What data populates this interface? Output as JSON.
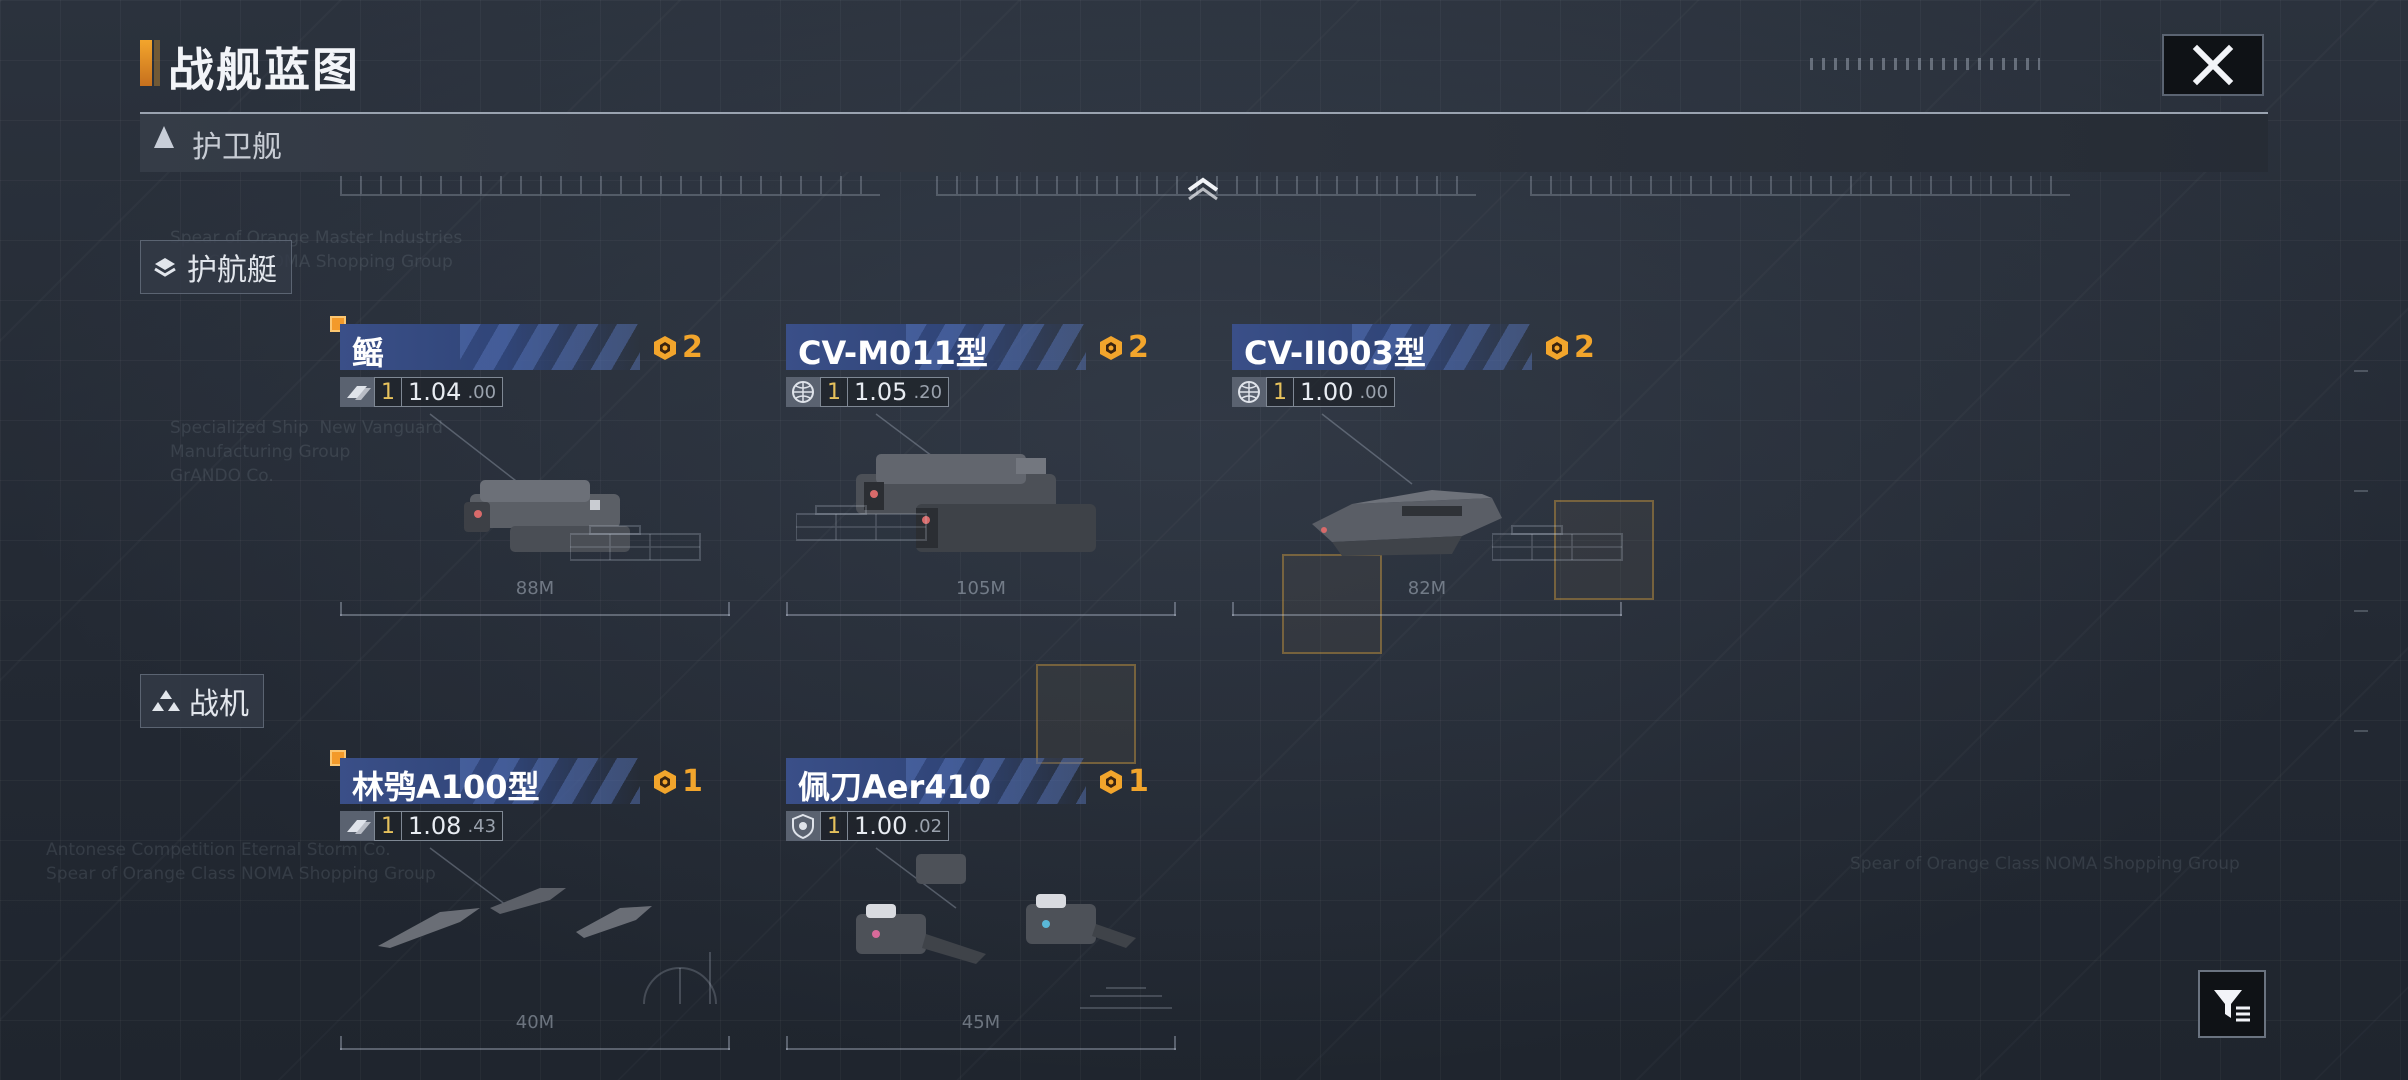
{
  "header": {
    "title": "战舰蓝图"
  },
  "section": {
    "label": "护卫舰"
  },
  "categories": [
    {
      "label": "护航艇",
      "ships": [
        {
          "name": "鳐",
          "cost": "2",
          "level": "1",
          "mult": "1.04",
          "dec": ".00",
          "length": "88M",
          "stat_icon": "ribbon-icon"
        },
        {
          "name": "CV-M011型",
          "cost": "2",
          "level": "1",
          "mult": "1.05",
          "dec": ".20",
          "length": "105M",
          "stat_icon": "globe-icon"
        },
        {
          "name": "CV-II003型",
          "cost": "2",
          "level": "1",
          "mult": "1.00",
          "dec": ".00",
          "length": "82M",
          "stat_icon": "globe-icon"
        }
      ]
    },
    {
      "label": "战机",
      "ships": [
        {
          "name": "林鸮A100型",
          "cost": "1",
          "level": "1",
          "mult": "1.08",
          "dec": ".43",
          "length": "40M",
          "stat_icon": "ribbon-icon"
        },
        {
          "name": "佩刀Aer410",
          "cost": "1",
          "level": "1",
          "mult": "1.00",
          "dec": ".02",
          "length": "45M",
          "stat_icon": "shield-icon"
        }
      ]
    }
  ],
  "colors": {
    "accent_orange": "#f2a52c",
    "name_bar_blue": "#3a4f88",
    "background": "#262c36"
  }
}
